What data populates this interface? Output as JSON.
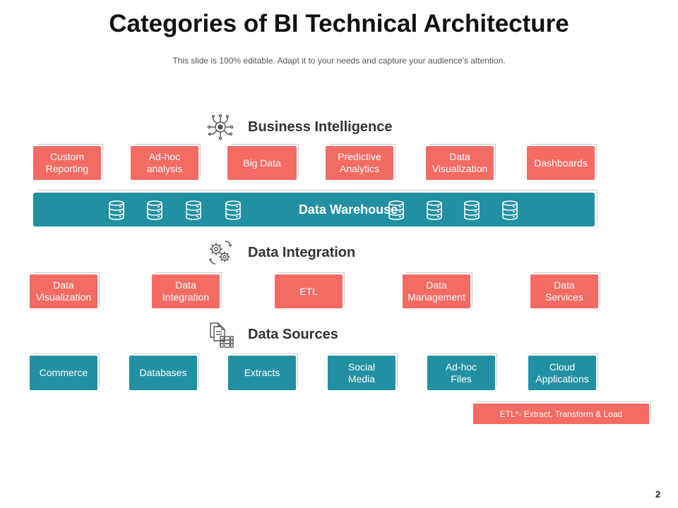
{
  "header": {
    "title": "Categories of BI Technical Architecture",
    "subtitle": "This slide is 100% editable. Adapt it to your needs and capture your audience's attention."
  },
  "sections": {
    "business_intelligence": {
      "title": "Business Intelligence",
      "icon": "circuit-brain-icon",
      "items": [
        "Custom\nReporting",
        "Ad-hoc\nanalysis",
        "Big Data",
        "Predictive\nAnalytics",
        "Data\nVisualization",
        "Dashboards"
      ]
    },
    "data_warehouse": {
      "label": "Data Warehouse",
      "icon": "database-icon"
    },
    "data_integration": {
      "title": "Data Integration",
      "icon": "gears-cycle-icon",
      "items": [
        "Data\nVisualization",
        "Data\nIntegration",
        "ETL",
        "Data\nManagement",
        "Data\nServices"
      ]
    },
    "data_sources": {
      "title": "Data Sources",
      "icon": "documents-server-icon",
      "items": [
        "Commerce",
        "Databases",
        "Extracts",
        "Social\nMedia",
        "Ad-hoc\nFiles",
        "Cloud\nApplications"
      ]
    }
  },
  "footnote": "ETL*-   Extract, Transform  & Load",
  "page_number": "2",
  "colors": {
    "red": "#f46b63",
    "teal": "#2290a3"
  }
}
